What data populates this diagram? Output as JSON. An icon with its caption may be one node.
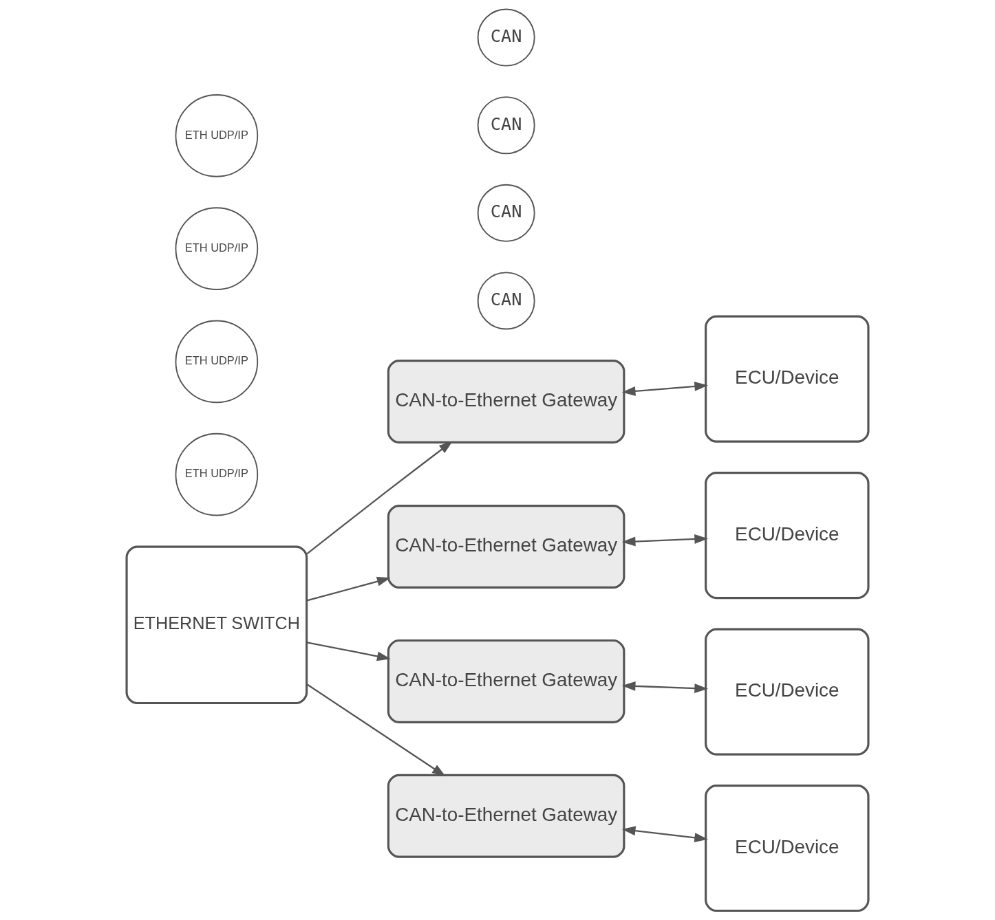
{
  "diagram": {
    "nodes": [
      {
        "text": [
          "CAN-to-Ethernet Gateway"
        ]
      },
      {
        "text": [
          "ETH UDP/IP"
        ]
      },
      {
        "text": [
          "ETH UDP/IP"
        ]
      },
      {
        "text": [
          "CAN-to-Ethernet Gateway"
        ]
      },
      {
        "text": [
          "CAN"
        ]
      },
      {
        "text": [
          "CAN"
        ]
      },
      {
        "text": [
          "ECU/Device"
        ]
      },
      {
        "text": [
          "ECU/Device"
        ]
      },
      {
        "text": [
          "ETHERNET SWITCH"
        ]
      },
      {
        "text": [
          "CAN-to-Ethernet Gateway"
        ]
      },
      {
        "text": [
          "ETH UDP/IP"
        ]
      },
      {
        "text": [
          "ETH UDP/IP"
        ]
      },
      {
        "text": [
          "CAN-to-Ethernet Gateway"
        ]
      },
      {
        "text": [
          "CAN"
        ]
      },
      {
        "text": [
          "CAN"
        ]
      },
      {
        "text": [
          "ECU/Device"
        ]
      },
      {
        "text": [
          "ECU/Device"
        ]
      }
    ],
    "edges": [
      {
        "from": 8,
        "to": 0,
        "arrow": "to"
      },
      {
        "from": 8,
        "to": 3,
        "arrow": "to"
      },
      {
        "from": 8,
        "to": 9,
        "arrow": "to"
      },
      {
        "from": 8,
        "to": 12,
        "arrow": "to"
      },
      {
        "from": 0,
        "to": 6,
        "arrow": "both"
      },
      {
        "from": 3,
        "to": 7,
        "arrow": "both"
      },
      {
        "from": 9,
        "to": 15,
        "arrow": "both"
      },
      {
        "from": 12,
        "to": 16,
        "arrow": "both"
      }
    ]
  }
}
